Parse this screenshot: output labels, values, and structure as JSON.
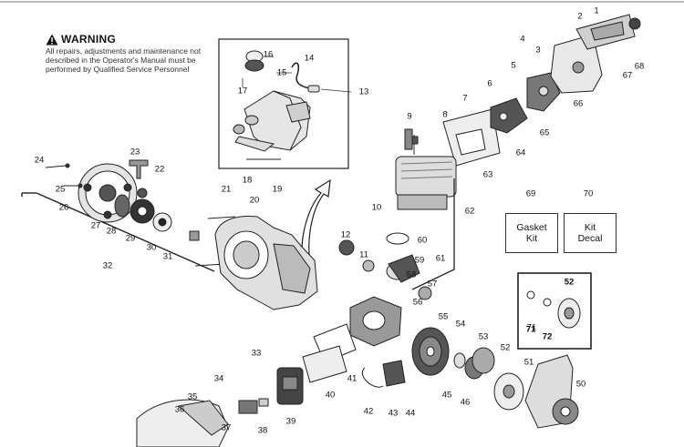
{
  "warning": {
    "title": "WARNING",
    "text": "All repairs, adjustments and maintenance not described in the Operator's Manual must be performed by Qualified Service Personnel"
  },
  "kits": {
    "gasket": {
      "number": "69",
      "label_line1": "Gasket",
      "label_line2": "Kit"
    },
    "decal": {
      "number": "70",
      "label_line1": "Kit",
      "label_line2": "Decal"
    }
  },
  "callouts": [
    "1",
    "2",
    "3",
    "4",
    "5",
    "6",
    "7",
    "8",
    "9",
    "10",
    "11",
    "12",
    "13",
    "14",
    "15",
    "16",
    "17",
    "18",
    "19",
    "20",
    "21",
    "22",
    "23",
    "24",
    "25",
    "26",
    "27",
    "28",
    "29",
    "30",
    "31",
    "32",
    "33",
    "34",
    "35",
    "36",
    "37",
    "38",
    "39",
    "40",
    "41",
    "42",
    "43",
    "44",
    "45",
    "46",
    "50",
    "51",
    "52",
    "53",
    "54",
    "55",
    "56",
    "57",
    "58",
    "59",
    "60",
    "61",
    "62",
    "63",
    "64",
    "65",
    "66",
    "67",
    "68",
    "71",
    "72"
  ],
  "inset": {
    "callouts": [
      "52",
      "71",
      "72"
    ]
  }
}
